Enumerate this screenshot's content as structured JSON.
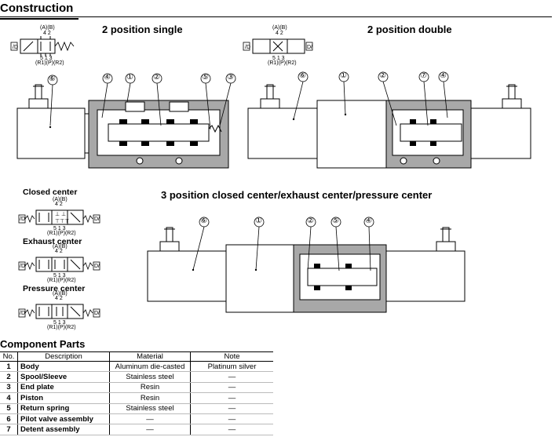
{
  "header": {
    "title": "Construction"
  },
  "sections": {
    "single": "2 position single",
    "double": "2 position double",
    "three": "3 position closed center/exhaust center/pressure center",
    "closed_center": "Closed center",
    "exhaust_center": "Exhaust center",
    "pressure_center": "Pressure center"
  },
  "symbol": {
    "top_ports": "(A)(B)",
    "top_nums": "4 2",
    "bottom_nums": "5 1 3",
    "bottom_ports": "(R1)(P)(R2)"
  },
  "callouts": {
    "single": [
      "⑥",
      "④",
      "①",
      "②",
      "⑤",
      "③"
    ],
    "double": [
      "⑥",
      "①",
      "②",
      "⑦",
      "④"
    ],
    "three": [
      "⑥",
      "①",
      "②",
      "⑤",
      "④"
    ]
  },
  "parts": {
    "title": "Component Parts",
    "headers": [
      "No.",
      "Description",
      "Material",
      "Note"
    ],
    "rows": [
      {
        "no": "1",
        "desc": "Body",
        "mat": "Aluminum die-casted",
        "note": "Platinum silver"
      },
      {
        "no": "2",
        "desc": "Spool/Sleeve",
        "mat": "Stainless steel",
        "note": "—"
      },
      {
        "no": "3",
        "desc": "End plate",
        "mat": "Resin",
        "note": "—"
      },
      {
        "no": "4",
        "desc": "Piston",
        "mat": "Resin",
        "note": "—"
      },
      {
        "no": "5",
        "desc": "Return spring",
        "mat": "Stainless steel",
        "note": "—"
      },
      {
        "no": "6",
        "desc": "Pilot valve assembly",
        "mat": "—",
        "note": "—"
      },
      {
        "no": "7",
        "desc": "Detent assembly",
        "mat": "—",
        "note": "—"
      }
    ]
  }
}
